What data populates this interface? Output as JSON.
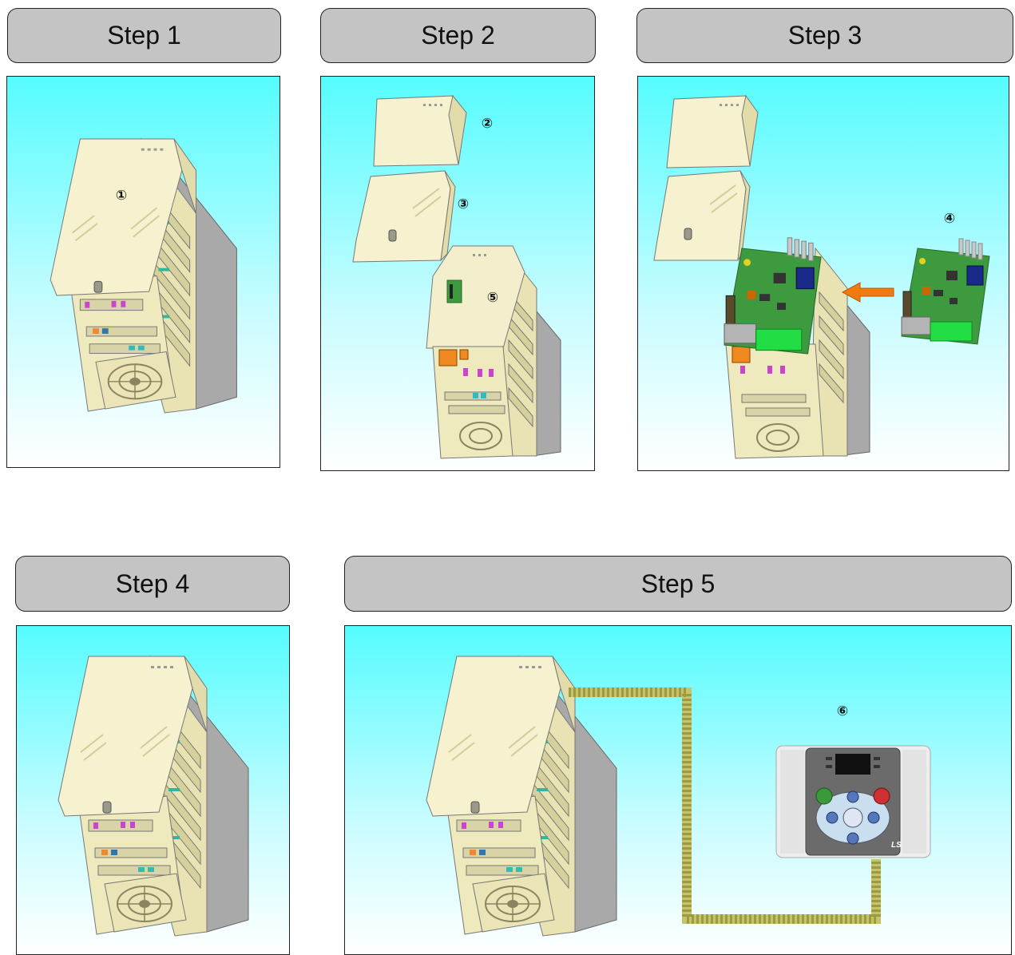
{
  "steps": [
    {
      "label": "Step 1",
      "markers": [
        "①"
      ]
    },
    {
      "label": "Step 2",
      "markers": [
        "②",
        "③",
        "⑤"
      ]
    },
    {
      "label": "Step 3",
      "markers": [
        "④"
      ]
    },
    {
      "label": "Step 4",
      "markers": []
    },
    {
      "label": "Step 5",
      "markers": [
        "⑥"
      ]
    }
  ],
  "keypad": {
    "brand": "LS"
  },
  "colors": {
    "header_bg": "#c4c4c4",
    "panel_top": "#55fcff",
    "panel_bottom": "#ffffff",
    "housing": "#f3efc8",
    "pcb": "#3e9a3e",
    "arrow": "#f07a10",
    "cable": "#c7c36a"
  }
}
